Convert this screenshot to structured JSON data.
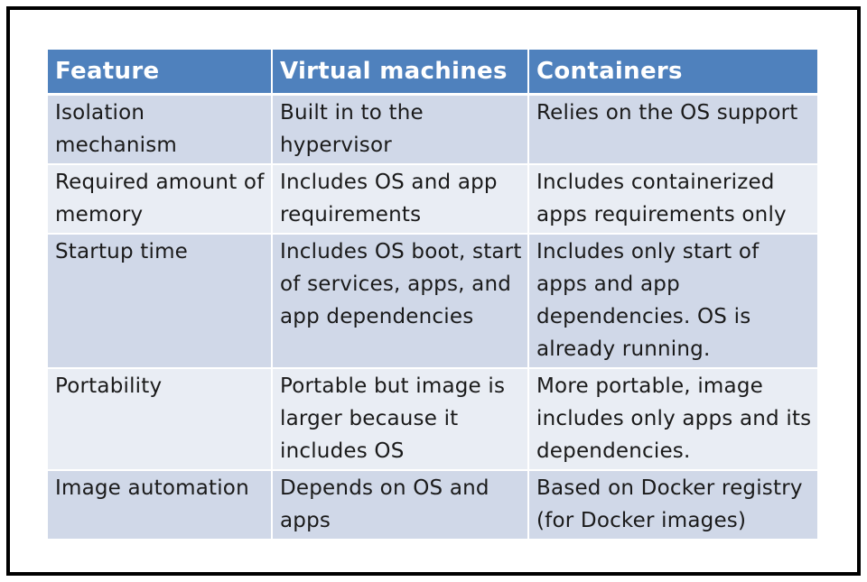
{
  "table": {
    "headers": [
      "Feature",
      "Virtual machines",
      "Containers"
    ],
    "rows": [
      [
        "Isolation mechanism",
        "Built in to the hypervisor",
        "Relies on the OS support"
      ],
      [
        "Required amount of memory",
        "Includes OS and app requirements",
        "Includes containerized apps requirements only"
      ],
      [
        "Startup time",
        "Includes OS boot, start of services, apps, and app dependencies",
        "Includes only start of apps and app dependencies. OS is already running."
      ],
      [
        "Portability",
        "Portable but image is larger because it includes OS",
        "More portable, image includes only apps and its dependencies."
      ],
      [
        "Image automation",
        "Depends on OS and apps",
        "Based on Docker registry (for Docker images)"
      ]
    ],
    "colors": {
      "header_bg": "#4f81bd",
      "row_odd_bg": "#d0d8e8",
      "row_even_bg": "#e9edf4",
      "border": "#000000"
    }
  }
}
